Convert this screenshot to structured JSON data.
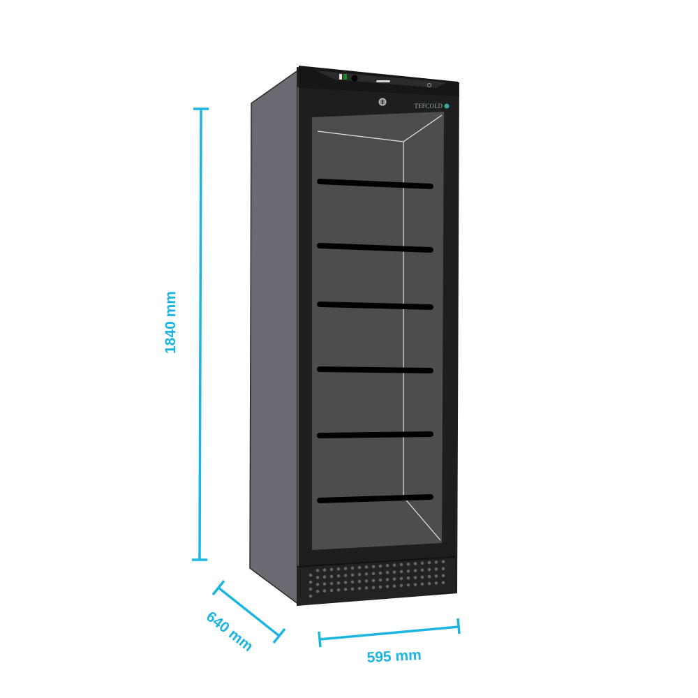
{
  "product": {
    "brand_logo": "TEFCOLD",
    "type": "glass door display fridge"
  },
  "dimensions": {
    "height": "1840 mm",
    "depth": "640 mm",
    "width": "595 mm"
  },
  "colors": {
    "dimension_line": "#1bb5e0",
    "body": "#1e1e1e",
    "side_panel": "#6a6a72",
    "glass": "#4d4d4d"
  },
  "shelves": 6
}
